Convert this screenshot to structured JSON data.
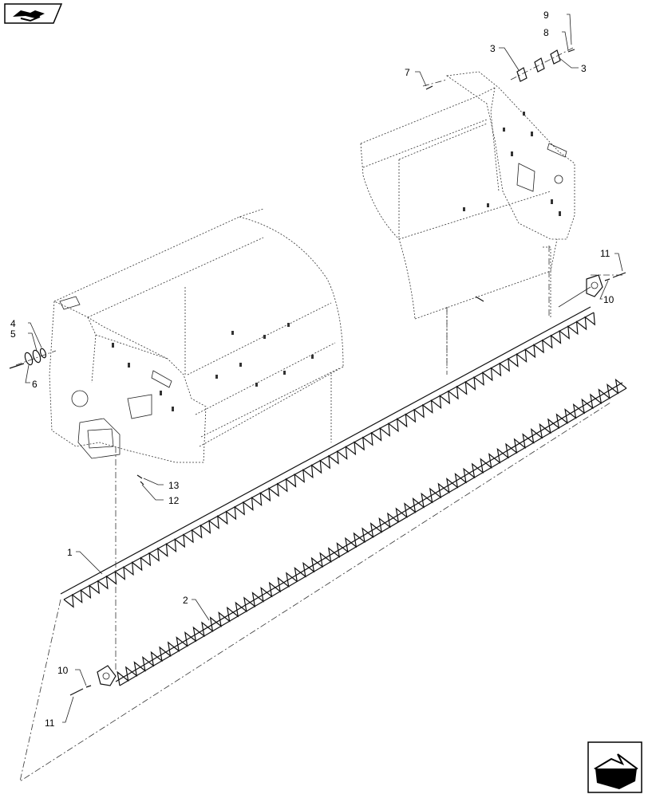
{
  "figure": {
    "callouts": {
      "c1": "1",
      "c2": "2",
      "c3a": "3",
      "c3b": "3",
      "c4": "4",
      "c5": "5",
      "c6": "6",
      "c7": "7",
      "c8": "8",
      "c9": "9",
      "c10a": "10",
      "c10b": "10",
      "c11a": "11",
      "c11b": "11",
      "c12": "12",
      "c13": "13"
    }
  },
  "nav": {
    "top_icon": "book-arrow-icon",
    "bottom_icon": "next-page-arrow-icon"
  }
}
